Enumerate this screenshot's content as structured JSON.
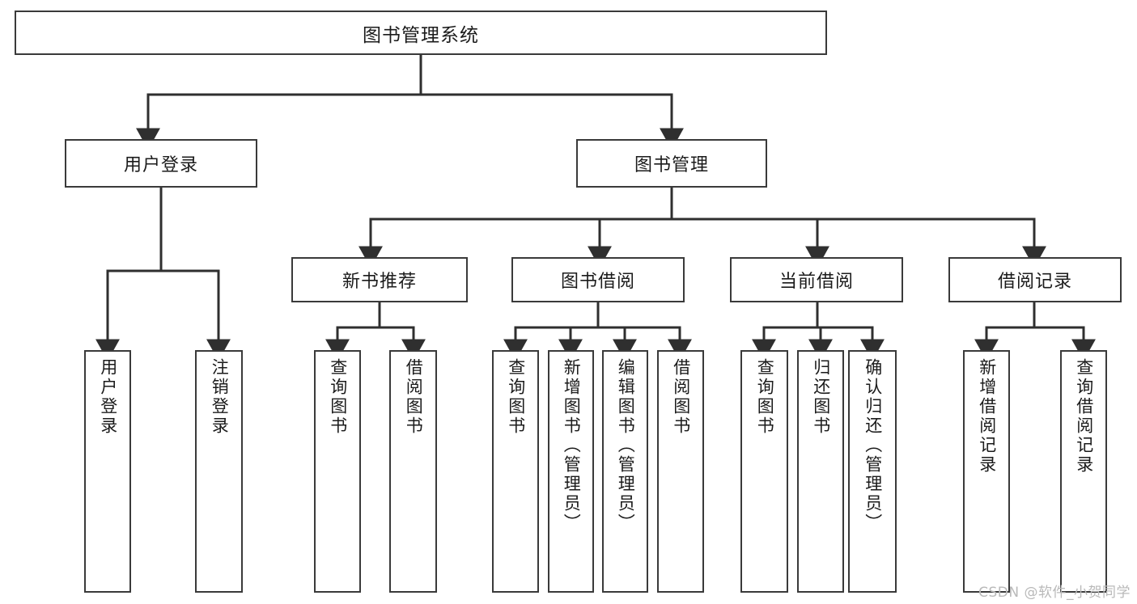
{
  "diagram": {
    "title": "图书管理系统",
    "type": "tree-hierarchy",
    "watermark": "CSDN @软件_小贺同学",
    "colors": {
      "stroke": "#3a3a3a",
      "fill": "#ffffff",
      "text": "#1b1b1b",
      "watermark": "#b9b9b9"
    },
    "root": {
      "label": "图书管理系统"
    },
    "level1": [
      {
        "label": "用户登录"
      },
      {
        "label": "图书管理"
      }
    ],
    "level2": [
      {
        "label": "新书推荐"
      },
      {
        "label": "图书借阅"
      },
      {
        "label": "当前借阅"
      },
      {
        "label": "借阅记录"
      }
    ],
    "leaves": {
      "user_login": [
        {
          "label": "用户登录"
        },
        {
          "label": "注销登录"
        }
      ],
      "new_book_recommend": [
        {
          "label": "查询图书"
        },
        {
          "label": "借阅图书"
        }
      ],
      "book_borrow": [
        {
          "label": "查询图书"
        },
        {
          "label": "新增图书（管理员）"
        },
        {
          "label": "编辑图书（管理员）"
        },
        {
          "label": "借阅图书"
        }
      ],
      "current_borrow": [
        {
          "label": "查询图书"
        },
        {
          "label": "归还图书"
        },
        {
          "label": "确认归还（管理员）"
        }
      ],
      "borrow_record": [
        {
          "label": "新增借阅记录"
        },
        {
          "label": "查询借阅记录"
        }
      ]
    }
  }
}
